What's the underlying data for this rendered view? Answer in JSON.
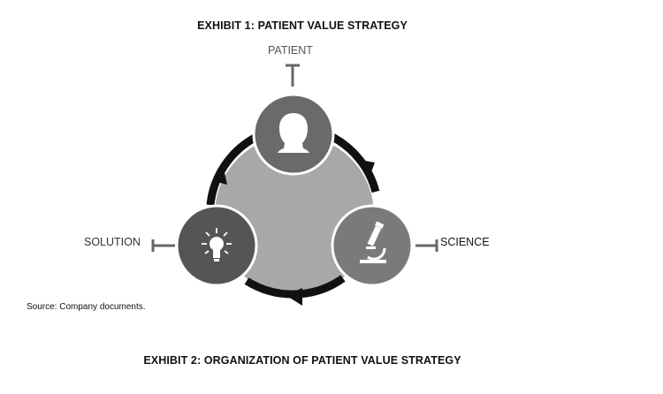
{
  "exhibit1": {
    "title": "EXHIBIT 1: PATIENT VALUE STRATEGY",
    "nodes": {
      "patient": {
        "label": "PATIENT",
        "icon": "person-head-icon"
      },
      "science": {
        "label": "SCIENCE",
        "icon": "microscope-icon"
      },
      "solution": {
        "label": "SOLUTION",
        "icon": "lightbulb-icon"
      }
    },
    "cycle_direction": "clockwise",
    "colors": {
      "core_fill": "#a8a8a8",
      "cycle_ring": "#111111",
      "patient_node": "#6a6a6a",
      "science_node": "#7a7a7a",
      "solution_node": "#555555",
      "connector": "#666666"
    }
  },
  "source_note": "Source: Company documents.",
  "exhibit2": {
    "title": "EXHIBIT 2: ORGANIZATION OF PATIENT VALUE STRATEGY"
  }
}
